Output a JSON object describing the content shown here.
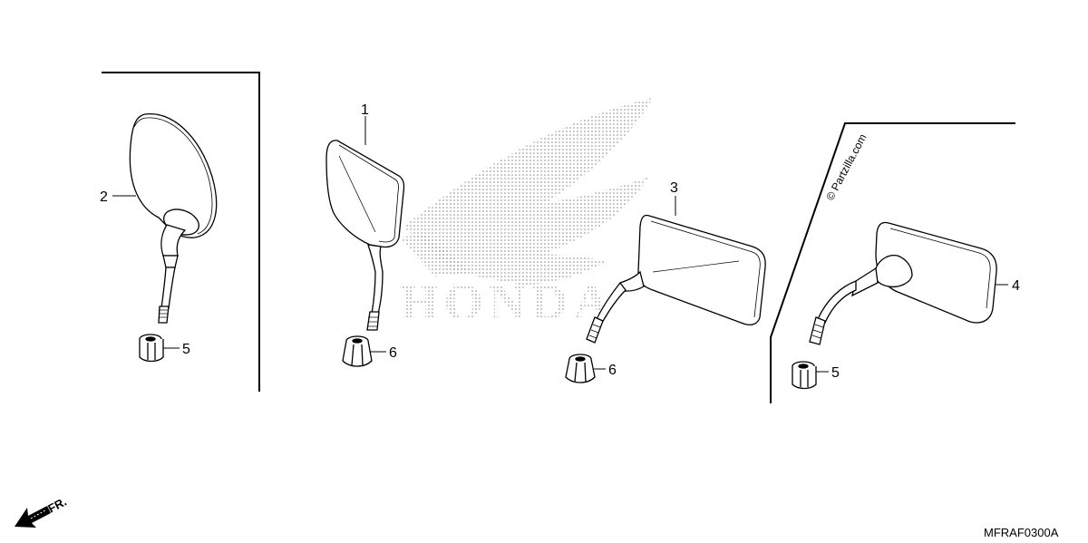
{
  "diagram": {
    "parts": [
      {
        "callout": "1"
      },
      {
        "callout": "2"
      },
      {
        "callout": "3"
      },
      {
        "callout": "4"
      },
      {
        "callout": "5"
      },
      {
        "callout": "6"
      },
      {
        "callout": "6"
      },
      {
        "callout": "5"
      }
    ],
    "watermark": "© Partzilla.com",
    "logo": "HONDA",
    "front_indicator": "FR.",
    "diagram_code": "MFRAF0300A"
  }
}
